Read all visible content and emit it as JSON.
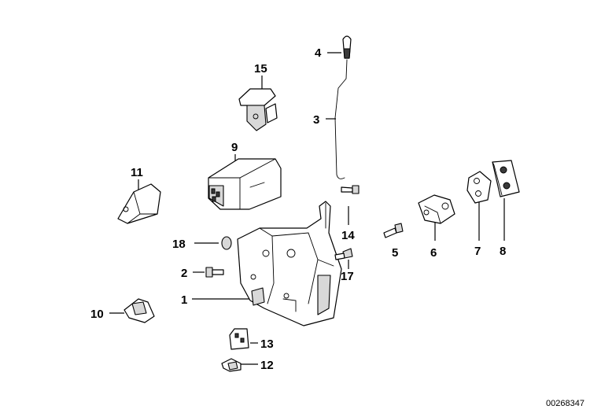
{
  "diagram": {
    "callouts": {
      "p1": "1",
      "p2": "2",
      "p3": "3",
      "p4": "4",
      "p5": "5",
      "p6": "6",
      "p7": "7",
      "p8": "8",
      "p9": "9",
      "p10": "10",
      "p11": "11",
      "p12": "12",
      "p13": "13",
      "p14": "14",
      "p15": "15",
      "p17": "17",
      "p18": "18"
    },
    "document_number": "00268347"
  }
}
